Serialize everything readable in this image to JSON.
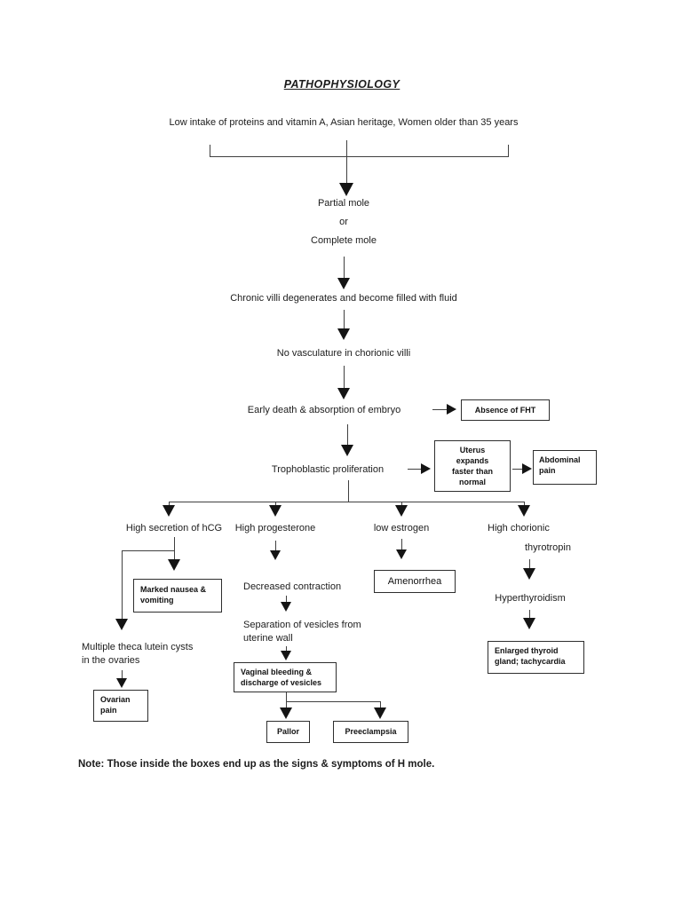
{
  "document": {
    "title": "PATHOPHYSIOLOGY",
    "note": "Note: Those inside the boxes end up as the signs & symptoms of H mole."
  },
  "flowchart": {
    "nodes": {
      "risk_factors": "Low intake of proteins and vitamin A, Asian heritage, Women older than 35 years",
      "mole_types": "Partial mole\nor\nComplete mole",
      "chronic_villi": "Chronic villi degenerates and become filled with fluid",
      "no_vasculature": "No vasculature in chorionic villi",
      "early_death": "Early death & absorption of embryo",
      "trophoblastic": "Trophoblastic proliferation",
      "high_hcg": "High secretion of hCG",
      "high_progesterone": "High progesterone",
      "low_estrogen": "low estrogen",
      "high_chorionic_line1": "High chorionic",
      "high_chorionic_line2": "thyrotropin",
      "theca_lutein_cysts": "Multiple theca lutein cysts\nin the ovaries",
      "decreased_contraction": "Decreased contraction",
      "separation_vesicles": "Separation of vesicles from\nuterine wall",
      "hyperthyroidism": "Hyperthyroidism"
    },
    "boxes": {
      "absence_fht": "Absence of FHT",
      "uterus_expands": "Uterus\nexpands\nfaster than\nnormal",
      "abdominal_pain": "Abdominal pain",
      "marked_nausea": "Marked nausea &\nvomiting",
      "ovarian_pain": "Ovarian\npain",
      "vaginal_bleeding": "Vaginal bleeding &\ndischarge of vesicles",
      "pallor": "Pallor",
      "preeclampsia": "Preeclampsia",
      "amenorrhea": "Amenorrhea",
      "enlarged_thyroid": "Enlarged thyroid\ngland; tachycardia"
    }
  },
  "colors": {
    "text": "#1c1c1c",
    "line": "#404040",
    "arrow": "#141414",
    "box_border": "#2e2e2e",
    "page_background": "#ffffff"
  }
}
